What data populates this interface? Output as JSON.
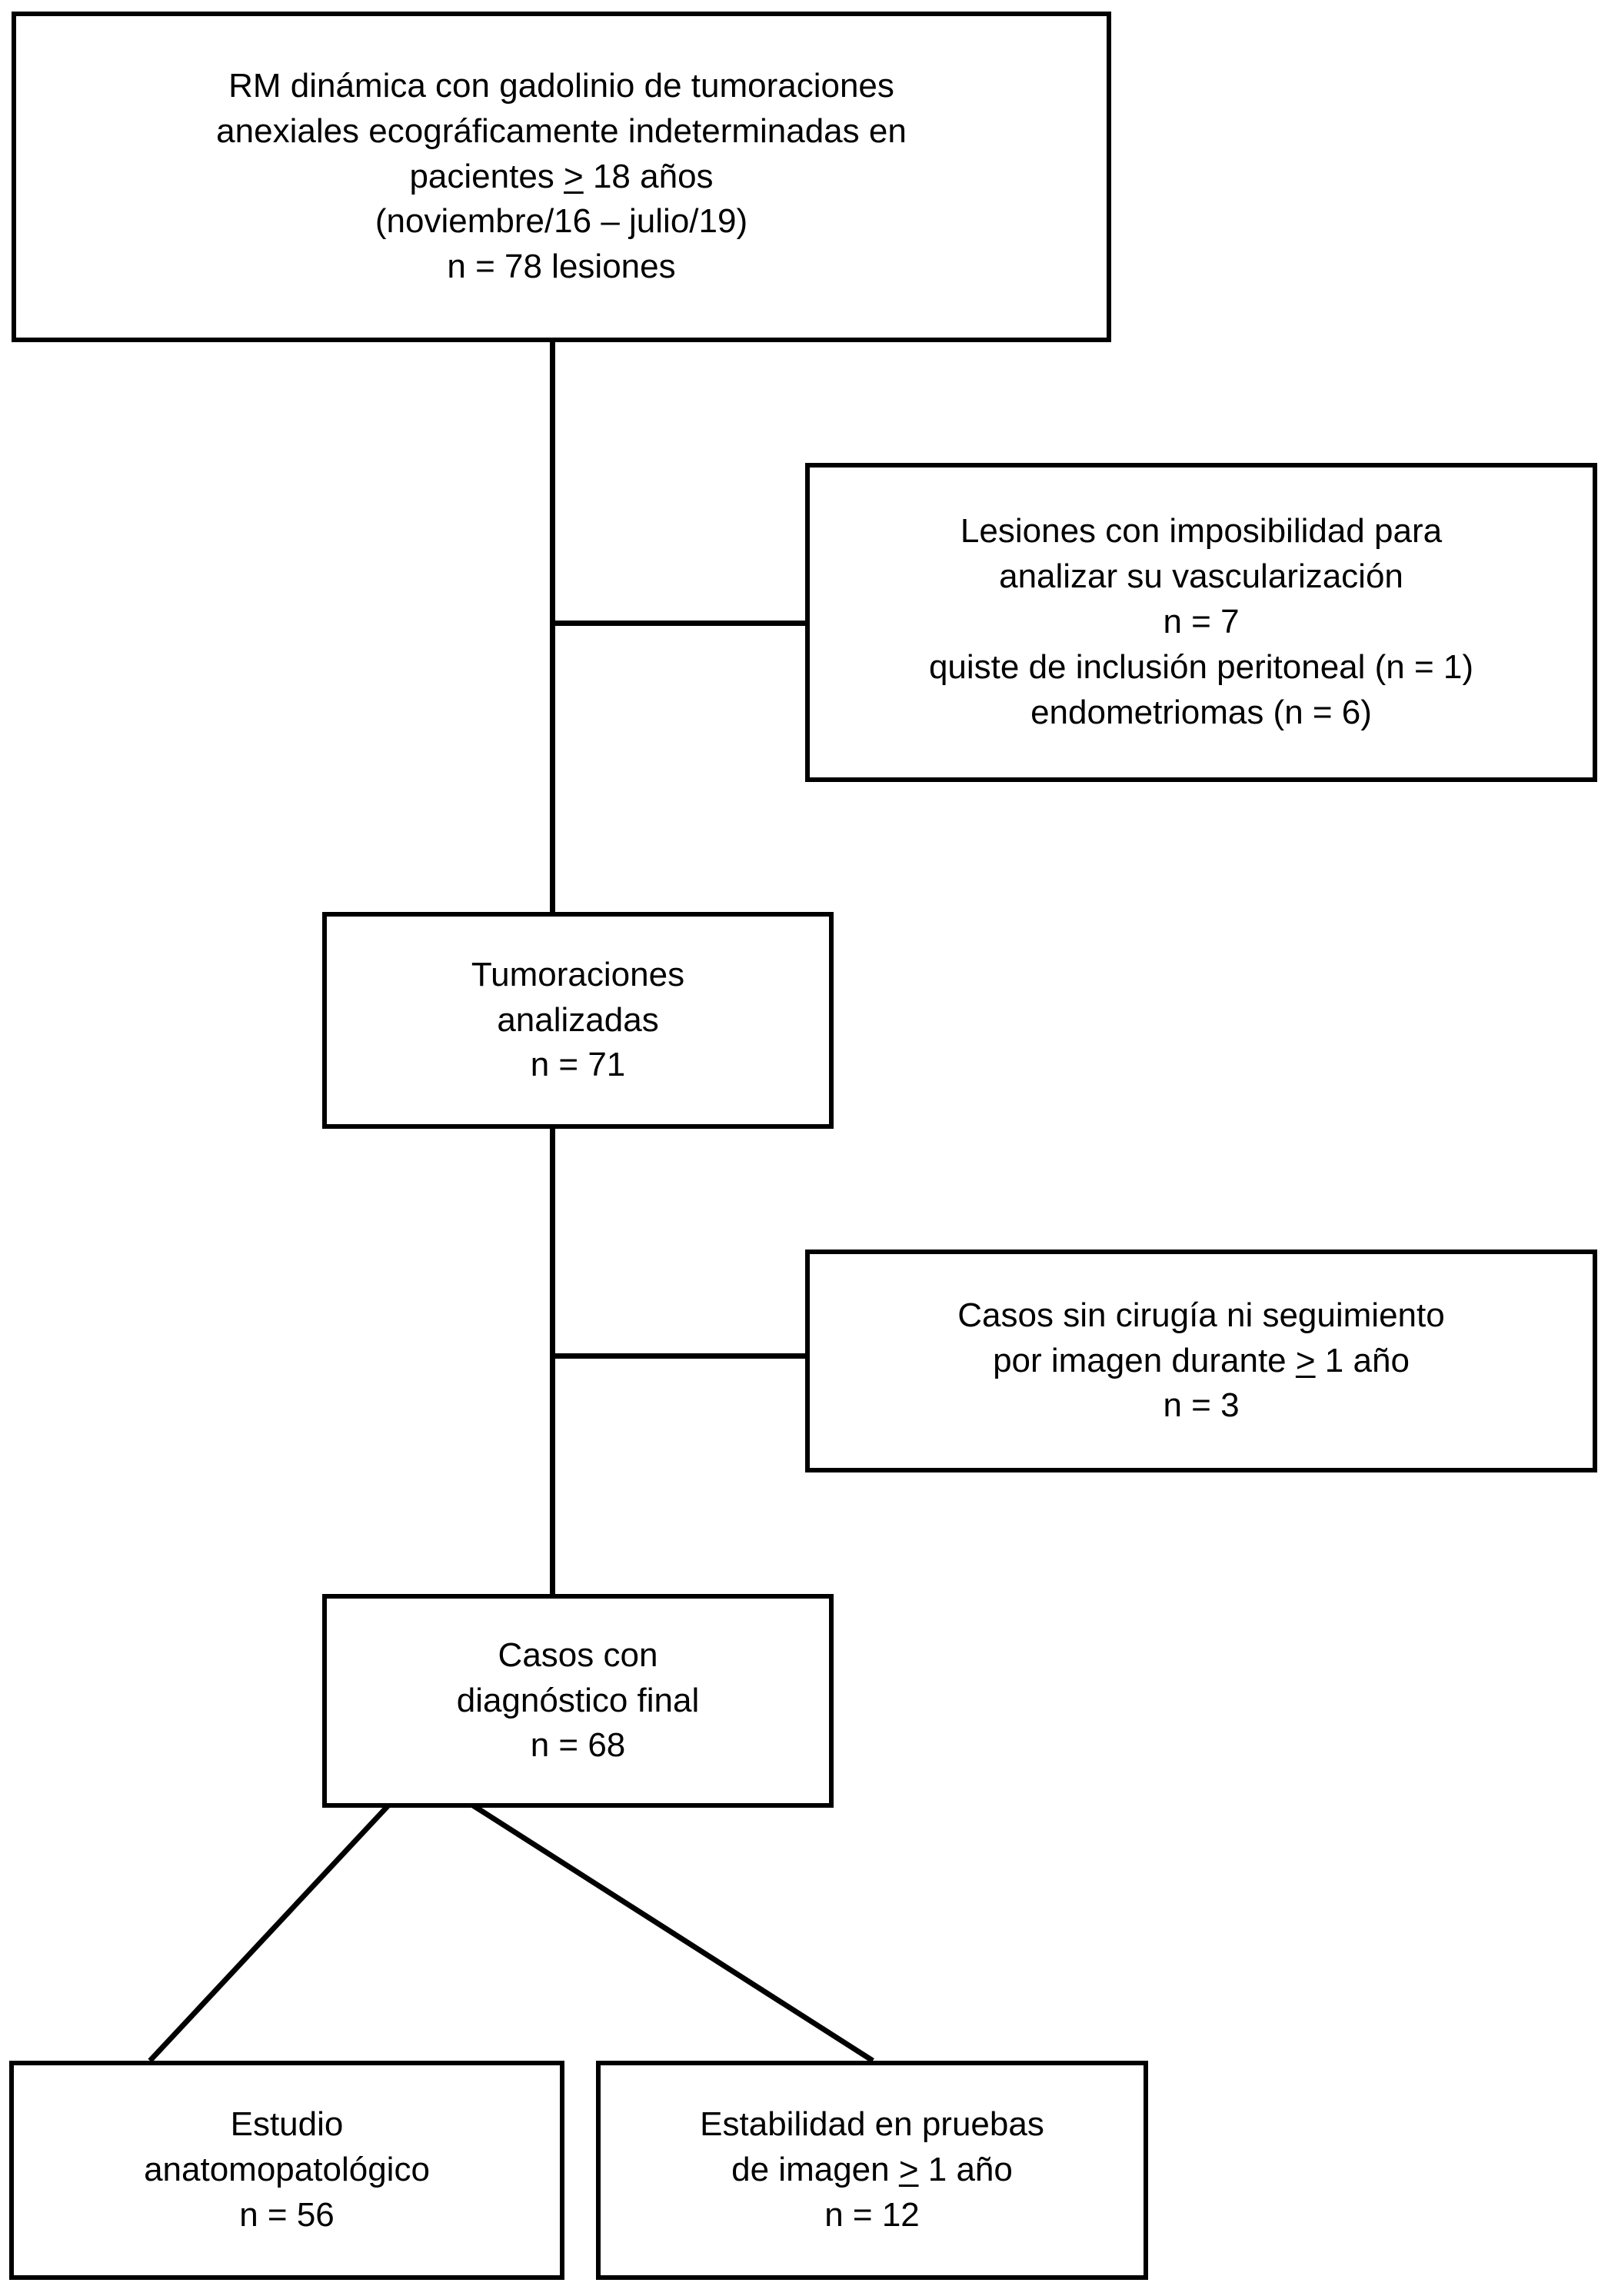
{
  "diagram": {
    "type": "flowchart",
    "language": "es",
    "orientation": "top-down",
    "stroke_color": "#000000",
    "background_color": "#ffffff",
    "nodes": {
      "source": {
        "lines": [
          "RM dinámica con gadolinio de tumoraciones",
          "anexiales ecográficamente indeterminadas en",
          "pacientes ",
          "≥",
          " 18 años",
          "(noviembre/16 – julio/19)",
          "n = 78 lesiones"
        ],
        "line1": "RM dinámica con gadolinio de tumoraciones",
        "line2": "anexiales ecográficamente indeterminadas en",
        "line3_pre": "pacientes ",
        "line3_ge": ">",
        "line3_post": " 18 años",
        "line4": "(noviembre/16 – julio/19)",
        "line5": "n = 78 lesiones",
        "count": 78
      },
      "exclusion_1": {
        "line1": "Lesiones con imposibilidad para",
        "line2": "analizar su vascularización",
        "line3": "n = 7",
        "line4": "quiste de inclusión peritoneal (n = 1)",
        "line5": "endometriomas (n = 6)",
        "count": 7,
        "breakdown": [
          {
            "label": "quiste de inclusión peritoneal",
            "n": 1
          },
          {
            "label": "endometriomas",
            "n": 6
          }
        ]
      },
      "analyzed": {
        "line1": "Tumoraciones",
        "line2": "analizadas",
        "line3": "n = 71",
        "count": 71
      },
      "exclusion_2": {
        "line1": "Casos sin cirugía ni seguimiento",
        "line2_pre": "por imagen durante ",
        "line2_ge": ">",
        "line2_post": " 1 año",
        "line3": "n = 3",
        "count": 3
      },
      "final": {
        "line1": "Casos con",
        "line2": "diagnóstico final",
        "line3": "n = 68",
        "count": 68
      },
      "pathology": {
        "line1": "Estudio",
        "line2": "anatomopatológico",
        "line3": "n = 56",
        "count": 56
      },
      "stability": {
        "line1": "Estabilidad en pruebas",
        "line2_pre": "de imagen ",
        "line2_ge": ">",
        "line2_post": " 1 año",
        "line3": "n = 12",
        "count": 12
      }
    }
  }
}
